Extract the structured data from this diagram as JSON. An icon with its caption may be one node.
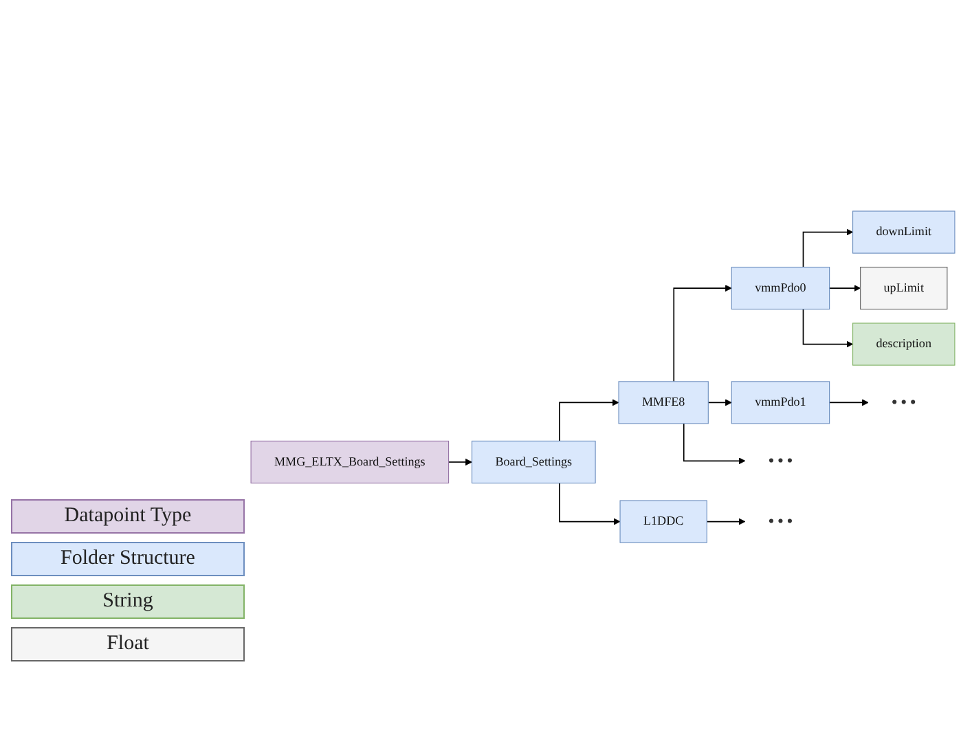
{
  "diagram": {
    "nodes": [
      {
        "text": [
          "MMG_ELTX_Board_Settings"
        ]
      },
      {
        "text": [
          "Board_Settings"
        ]
      },
      {
        "text": [
          "MMFE8"
        ]
      },
      {
        "text": [
          "vmmPdo0"
        ]
      },
      {
        "text": [
          "downLimit"
        ]
      },
      {
        "text": [
          "upLimit"
        ]
      },
      {
        "text": [
          "description"
        ]
      },
      {
        "text": [
          "vmmPdo1"
        ]
      },
      {
        "text": [
          "• • •"
        ]
      },
      {
        "text": [
          "• • •"
        ]
      },
      {
        "text": [
          "L1DDC"
        ]
      },
      {
        "text": [
          "• • •"
        ]
      }
    ],
    "edges": [
      {
        "from": 0,
        "to": 1,
        "arrow": "to"
      },
      {
        "from": 1,
        "to": 2,
        "arrow": "to"
      },
      {
        "from": 2,
        "to": 3,
        "arrow": "to"
      },
      {
        "from": 3,
        "to": 4,
        "arrow": "to"
      },
      {
        "from": 3,
        "to": 5,
        "arrow": "to"
      },
      {
        "from": 3,
        "to": 6,
        "arrow": "to"
      },
      {
        "from": 2,
        "to": 7,
        "arrow": "to"
      },
      {
        "from": 7,
        "to": 8,
        "arrow": "to"
      },
      {
        "from": 2,
        "to": 9,
        "arrow": "to"
      },
      {
        "from": 1,
        "to": 10,
        "arrow": "to"
      },
      {
        "from": 10,
        "to": 11,
        "arrow": "to"
      }
    ],
    "legend": [
      {
        "text": "Datapoint Type",
        "color": "#e1d5e7"
      },
      {
        "text": "Folder Structure",
        "color": "#dae8fc"
      },
      {
        "text": "String",
        "color": "#d5e8d4"
      },
      {
        "text": "Float",
        "color": "#f5f5f5"
      }
    ]
  }
}
